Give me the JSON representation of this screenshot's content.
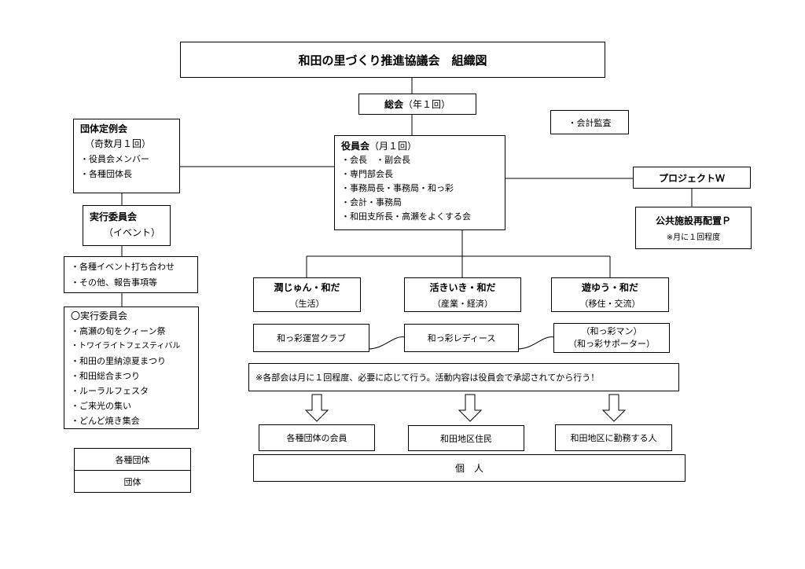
{
  "title": "和田の里づくり推進協議会　組織図",
  "general_meeting": {
    "name": "総会",
    "freq": "（年１回）"
  },
  "audit": "・会計監査",
  "regular_meeting": {
    "name": "団体定例会",
    "freq": "（奇数月１回）",
    "items": [
      "・役員会メンバー",
      "・各種団体長"
    ]
  },
  "officers": {
    "name": "役員会",
    "freq": "（月１回）",
    "items": [
      "・会長　・副会長",
      "・専門部会長",
      "・事務局長・事務局・和っ彩",
      "・会計・事務局",
      "・和田支所長・高瀬をよくする会"
    ]
  },
  "project": "プロジェクトＷ",
  "public_facility": {
    "name": "公共施設再配置Ｐ",
    "note": "※月に１回程度"
  },
  "exec_committee": {
    "name": "実行委員会",
    "sub": "（イベント）"
  },
  "exec_tasks": [
    "・各種イベント打ち合わせ",
    "・その他、報告事項等"
  ],
  "exec_events": {
    "heading": "〇実行委員会",
    "items": [
      "・高瀬の旬をクィーン祭",
      "・トワイライトフェスティバル",
      "・和田の里納涼夏まつり",
      "・和田総合まつり",
      "・ルーラルフェスタ",
      "・ご来光の集い",
      "・どんど焼き集会"
    ]
  },
  "divisions": [
    {
      "name": "潤じゅん・和だ",
      "field": "（生活）",
      "group": [
        "和っ彩運営クラブ"
      ],
      "members": "各種団体の会員"
    },
    {
      "name": "活きいき・和だ",
      "field": "（産業・経済）",
      "group": [
        "和っ彩レディース"
      ],
      "members": "和田地区住民"
    },
    {
      "name": "遊ゆう・和だ",
      "field": "（移住・交流）",
      "group": [
        "（和っ彩マン）",
        "（和っ彩サポーター）"
      ],
      "members": "和田地区に勤務する人"
    }
  ],
  "note": "※各部会は月に１回程度、必要に応じて行う。活動内容は役員会で承認されてから行う！",
  "individual": "個　人",
  "legend": {
    "row1": "各種団体",
    "row2": "団体"
  }
}
